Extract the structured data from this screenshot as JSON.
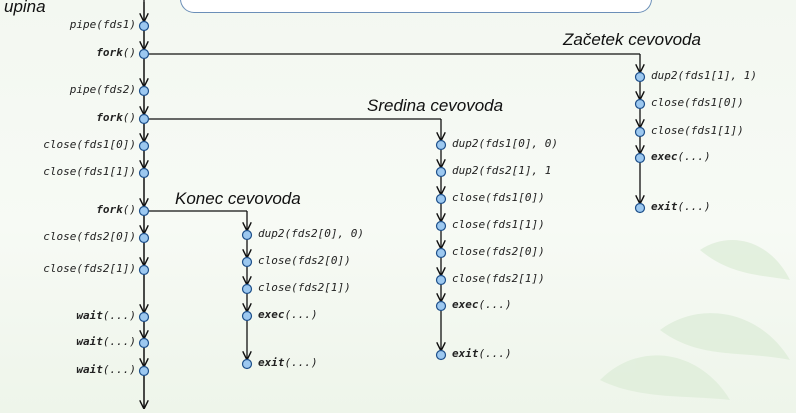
{
  "title": "upina",
  "headings": {
    "start": "Začetek cevovoda",
    "middle": "Sredina cevovoda",
    "end": "Konec cevovoda"
  },
  "main": [
    {
      "pre": "pipe(fds1)"
    },
    {
      "bold": "fork",
      "post": "()"
    },
    {
      "pre": "pipe(fds2)"
    },
    {
      "bold": "fork",
      "post": "()"
    },
    {
      "pre": "close(fds1[0])"
    },
    {
      "pre": "close(fds1[1])"
    },
    {
      "bold": "fork",
      "post": "()"
    },
    {
      "pre": "close(fds2[0])"
    },
    {
      "pre": "close(fds2[1])"
    },
    {
      "bold": "wait",
      "post": "(...)"
    },
    {
      "bold": "wait",
      "post": "(...)"
    },
    {
      "bold": "wait",
      "post": "(...)"
    }
  ],
  "start_branch": [
    {
      "pre": "dup2(fds1[1], 1)"
    },
    {
      "pre": "close(fds1[0])"
    },
    {
      "pre": "close(fds1[1])"
    },
    {
      "bold": "exec",
      "post": "(...)"
    },
    {
      "bold": "exit",
      "post": "(...)"
    }
  ],
  "middle_branch": [
    {
      "pre": "dup2(fds1[0], 0)"
    },
    {
      "pre": "dup2(fds2[1], 1"
    },
    {
      "pre": "close(fds1[0])"
    },
    {
      "pre": "close(fds1[1])"
    },
    {
      "pre": "close(fds2[0])"
    },
    {
      "pre": "close(fds2[1])"
    },
    {
      "bold": "exec",
      "post": "(...)"
    },
    {
      "bold": "exit",
      "post": "(...)"
    }
  ],
  "end_branch": [
    {
      "pre": "dup2(fds2[0], 0)"
    },
    {
      "pre": "close(fds2[0])"
    },
    {
      "pre": "close(fds2[1])"
    },
    {
      "bold": "exec",
      "post": "(...)"
    },
    {
      "bold": "exit",
      "post": "(...)"
    }
  ]
}
